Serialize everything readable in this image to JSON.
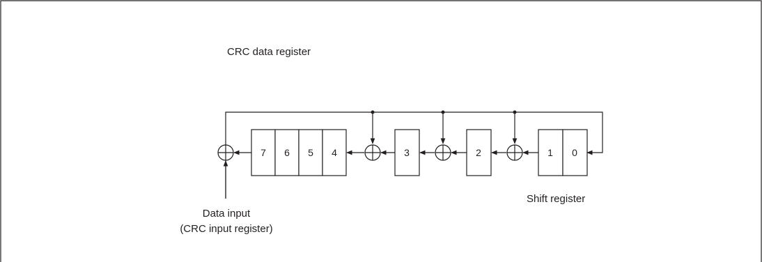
{
  "diagram": {
    "title": "CRC data register",
    "shift_register_label": "Shift register",
    "data_input_label_line1": "Data input",
    "data_input_label_line2": "(CRC input register)",
    "cells": [
      "7",
      "6",
      "5",
      "4",
      "3",
      "2",
      "1",
      "0"
    ]
  }
}
